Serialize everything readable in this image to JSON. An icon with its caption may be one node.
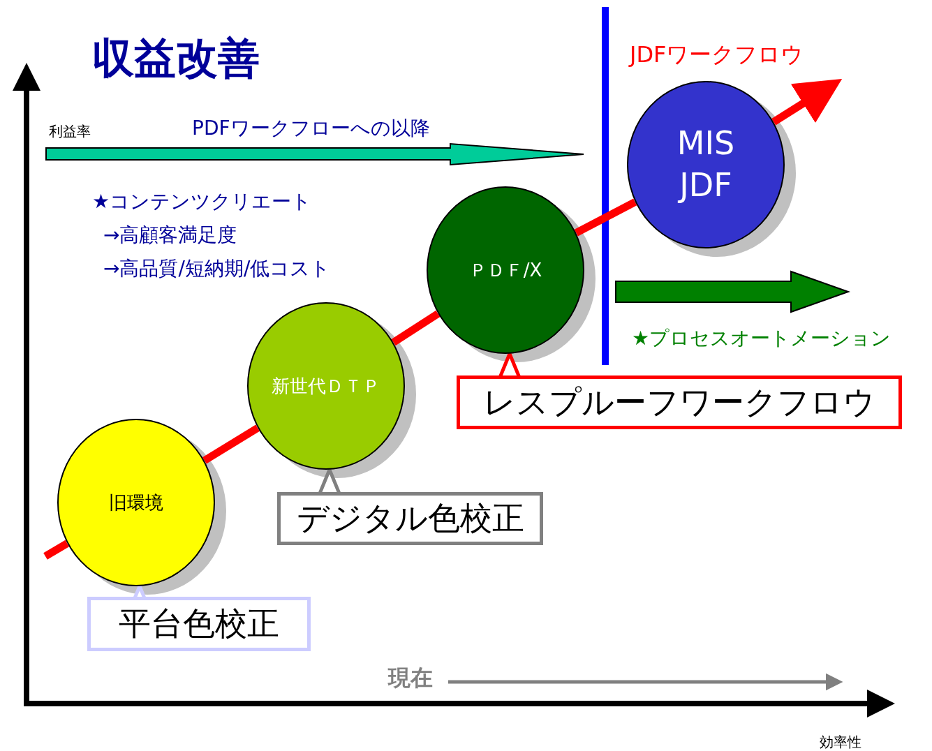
{
  "diagram": {
    "title": "収益改善",
    "nodes": [
      {
        "text": [
          "旧環境"
        ]
      },
      {
        "text": [
          "新世代ＤＴＰ"
        ]
      },
      {
        "text": [
          "ＰＤＦ/X"
        ]
      },
      {
        "text": [
          "MIS JDF"
        ]
      },
      {
        "text": [
          "平台色校正"
        ]
      },
      {
        "text": [
          "デジタル色校正"
        ]
      },
      {
        "text": [
          "レスプルーフワークフロウ"
        ]
      }
    ],
    "edges": [
      {
        "from": null,
        "to": 0,
        "arrow": "none"
      },
      {
        "from": 0,
        "to": 1,
        "arrow": "none"
      },
      {
        "from": 1,
        "to": 2,
        "arrow": "none"
      },
      {
        "from": 2,
        "to": 3,
        "arrow": "none"
      },
      {
        "from": 3,
        "to": null,
        "arrow": "to"
      },
      {
        "from": 4,
        "to": 0,
        "arrow": "to",
        "color": "#ccccff"
      },
      {
        "from": 5,
        "to": 1,
        "arrow": "to",
        "color": "#808080"
      },
      {
        "from": 6,
        "to": 2,
        "arrow": "to"
      }
    ],
    "labels": [
      "利益率",
      "PDFワークフローへの以降",
      "★コンテンツクリエート",
      "→高顧客満足度",
      "→高品質/短納期/低コスト",
      "JDFワークフロウ",
      "★プロセスオートメーション",
      "現在",
      "効率性"
    ]
  }
}
